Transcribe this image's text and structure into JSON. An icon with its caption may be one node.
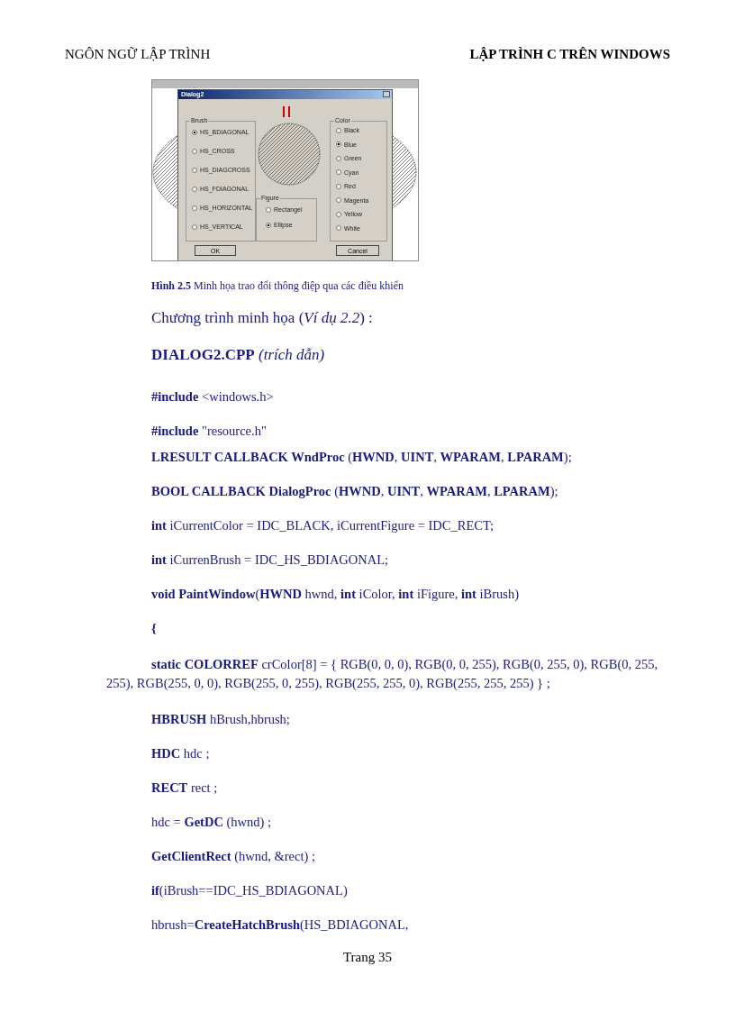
{
  "diagram": {
    "caption": "**Hình 2.5** Minh họa trao đổi thông điệp qua các điều khiển",
    "labels": [
      "NGÔN NGỮ LẬP TRÌNH",
      "LẬP TRÌNH C TRÊN WINDOWS",
      "Dialog2",
      "Brush",
      "HS_BDIAGONAL",
      "HS_CROSS",
      "HS_DIAGCROSS",
      "HS_FDIAGONAL",
      "HS_HORIZONTAL",
      "HS_VERTICAL",
      "Figure",
      "Rectangel",
      "Ellipse",
      "Color",
      "Black",
      "Blue",
      "Green",
      "Cyan",
      "Red",
      "Magenta",
      "Yellow",
      "White",
      "OK",
      "Cancel",
      "Chương trình minh họa (*Ví dụ 2.2*) :",
      "**DIALOG2.CPP** *(trích dẫn)*",
      "**#include** <windows.h>",
      "**#include** \"resource.h\"",
      "**LRESULT CALLBACK WndProc** (**HWND**, **UINT**, **WPARAM**, **LPARAM**);",
      "**BOOL CALLBACK DialogProc** (**HWND**, **UINT**, **WPARAM**, **LPARAM**);",
      "**int** iCurrentColor = IDC_BLACK, iCurrentFigure = IDC_RECT;",
      "**int** iCurrenBrush = IDC_HS_BDIAGONAL;",
      "**void PaintWindow**(**HWND** hwnd, **int** iColor, **int** iFigure, **int** iBrush)",
      "**{**",
      "**static COLORREF** crColor[8] = { RGB(0, 0, 0), RGB(0, 0, 255), RGB(0, 255, 0), RGB(0, 255, 255), RGB(255, 0, 0), RGB(255, 0, 255), RGB(255, 255, 0), RGB(255, 255, 255) } ;",
      "**HBRUSH** hBrush,hbrush;",
      "**HDC** hdc ;",
      "**RECT** rect ;",
      "hdc = **GetDC** (hwnd) ;",
      "**GetClientRect** (hwnd, &rect) ;",
      "**if**(iBrush==IDC_HS_BDIAGONAL)",
      "hbrush=**CreateHatchBrush**(HS_BDIAGONAL,",
      "Trang 35"
    ]
  }
}
